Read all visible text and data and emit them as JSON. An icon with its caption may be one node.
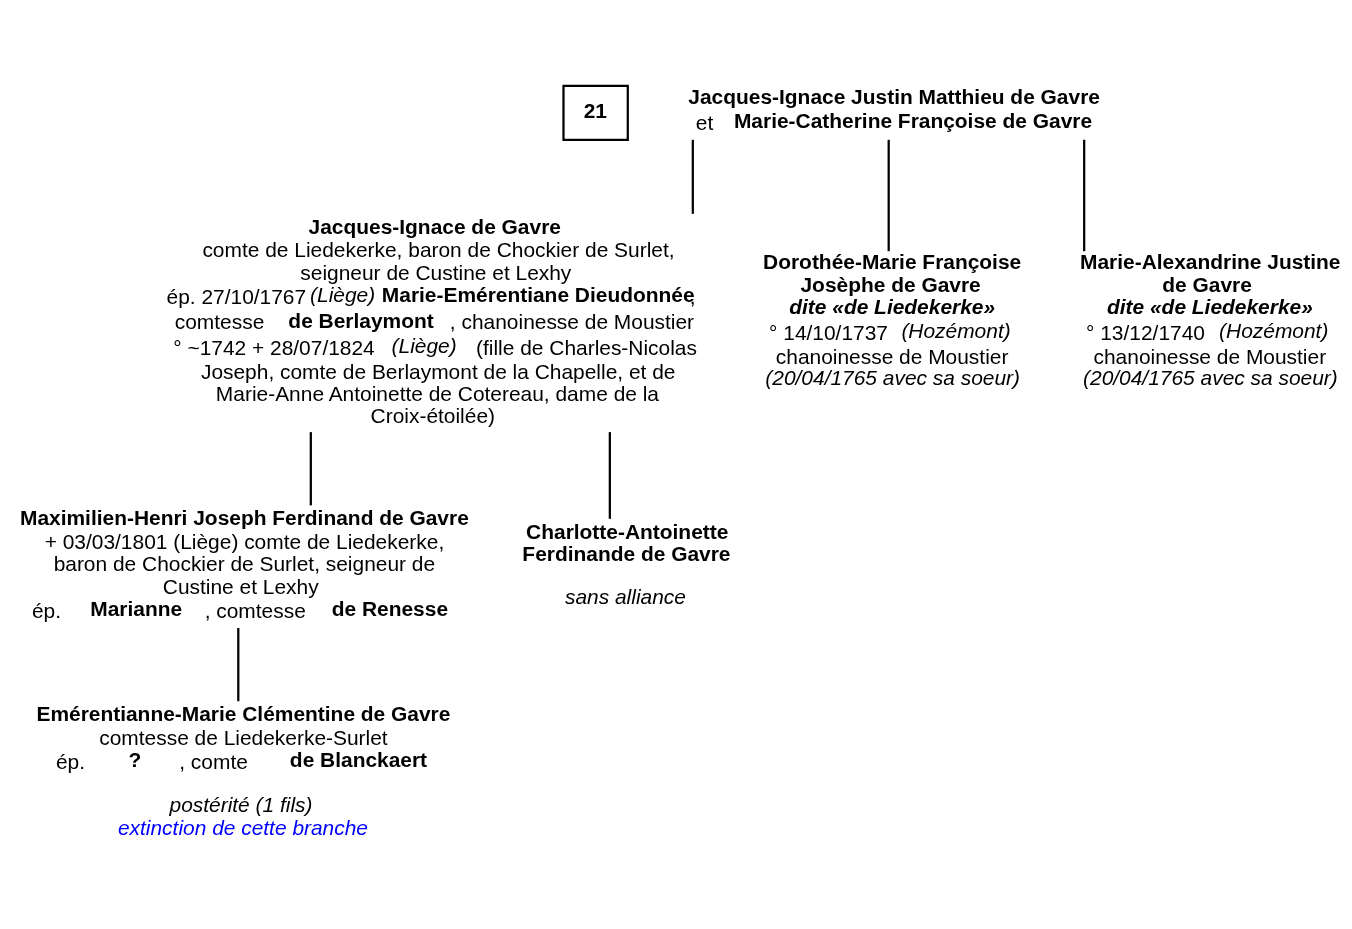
{
  "diagram": {
    "nodes": [
      {
        "text": [
          "21"
        ]
      },
      {
        "text": [
          "**Jacques-Ignace Justin Matthieu de Gavre** et **Marie-Catherine Françoise de Gavre**"
        ]
      },
      {
        "text": [
          "Jacques-Ignace de Gavre",
          "comte de Liedekerke, baron de Chockier de Surlet, seigneur de Custine et Lexhy",
          "ép. 27/10/1767 *(Liège)* **Marie-Emérentiane Dieudonnée**, comtesse **de Berlaymont**, chanoinesse de Moustier",
          "° ~1742 + 28/07/1824 *(Liège)* (fille de Charles-Nicolas Joseph, comte de Berlaymont de la Chapelle, et de Marie-Anne Antoinette de Cotereau, dame de la Croix-étoilée)"
        ]
      },
      {
        "text": [
          "Dorothée-Marie Françoise Josèphe de Gavre",
          "dite «de Liedekerke»",
          "° 14/10/1737 *(Hozémont)*",
          "chanoinesse de Moustier",
          "(20/04/1765 avec sa soeur)"
        ]
      },
      {
        "text": [
          "Marie-Alexandrine Justine de Gavre",
          "dite «de Liedekerke»",
          "° 13/12/1740 *(Hozémont)*",
          "chanoinesse de Moustier",
          "(20/04/1765 avec sa soeur)"
        ]
      },
      {
        "text": [
          "Maximilien-Henri Joseph Ferdinand de Gavre",
          "+ 03/03/1801 (Liège) comte de Liedekerke, baron de Chockier de Surlet, seigneur de Custine et Lexhy",
          "ép. **Marianne**, comtesse **de Renesse**"
        ]
      },
      {
        "text": [
          "Charlotte-Antoinette Ferdinande de Gavre",
          "sans alliance"
        ]
      },
      {
        "text": [
          "Emérentianne-Marie Clémentine de Gavre",
          "comtesse de Liedekerke-Surlet",
          "ép. **?**, comte **de Blanckaert**",
          "postérité (1 fils)",
          "extinction de cette branche"
        ]
      }
    ],
    "edges": [
      {
        "from": 1,
        "to": 2,
        "arrow": "none"
      },
      {
        "from": 1,
        "to": 3,
        "arrow": "none"
      },
      {
        "from": 1,
        "to": 4,
        "arrow": "none"
      },
      {
        "from": 2,
        "to": 5,
        "arrow": "none"
      },
      {
        "from": 2,
        "to": 6,
        "arrow": "none"
      },
      {
        "from": 5,
        "to": 7,
        "arrow": "none"
      }
    ]
  }
}
